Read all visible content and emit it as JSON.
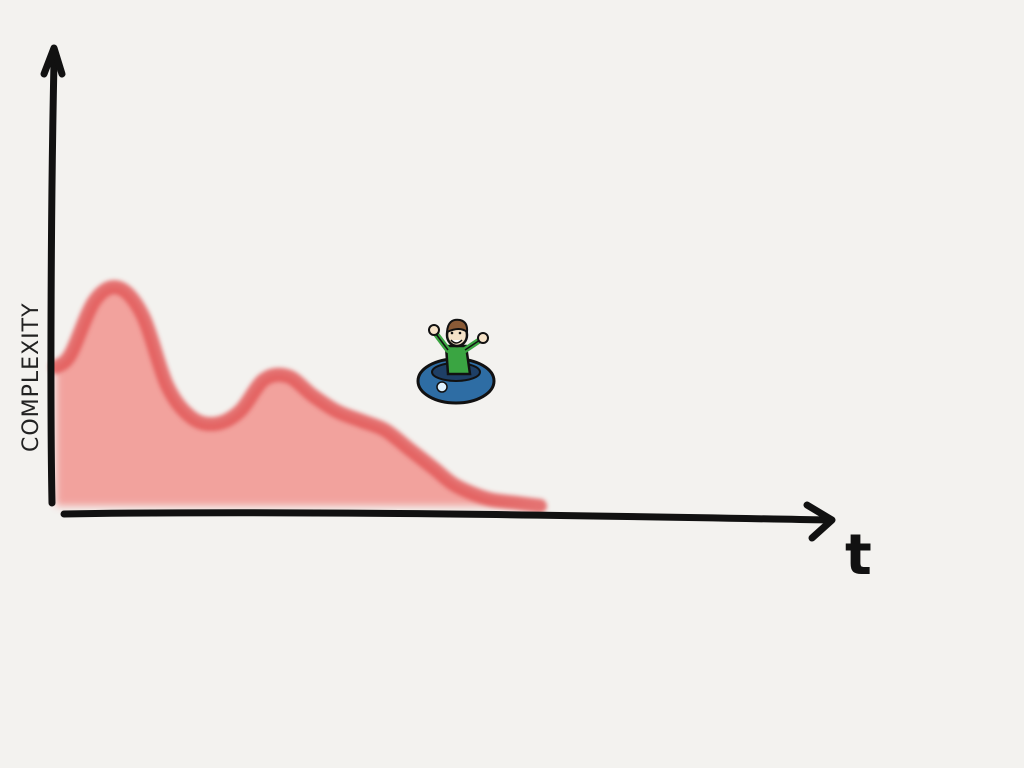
{
  "chart_data": {
    "type": "area",
    "title": "",
    "ylabel": "COMPLEXITY",
    "xlabel": "t",
    "ticks": "none",
    "grid": false,
    "legend": "none",
    "xlim": [
      0,
      100
    ],
    "ylim": [
      0,
      100
    ],
    "series": [
      {
        "x": [
          0,
          3,
          8,
          13,
          18,
          23,
          28,
          33,
          38,
          43,
          48,
          53,
          58,
          63,
          68,
          73,
          78,
          82,
          86,
          90,
          95,
          100
        ],
        "y": [
          44,
          48,
          65,
          69,
          60,
          38,
          28,
          26,
          30,
          40,
          41,
          35,
          30,
          27,
          24,
          18,
          12,
          7,
          4,
          2,
          1,
          0
        ]
      }
    ],
    "colors": {
      "fill": "#f29a95",
      "edge": "#e0484a",
      "axis": "#111111",
      "background": "#f3f2ef"
    }
  },
  "figure": {
    "icon": "person-on-snow-tube-icon"
  }
}
